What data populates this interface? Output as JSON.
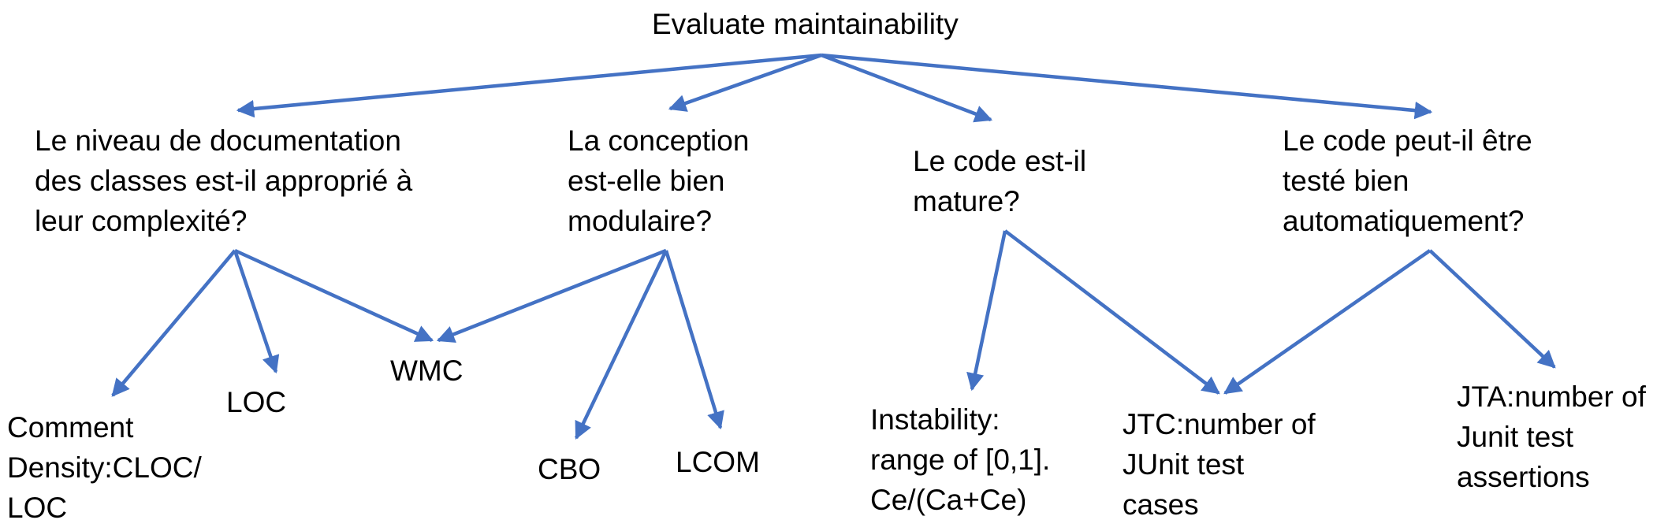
{
  "diagram": {
    "edge_color": "#4472C4",
    "root": {
      "lines": [
        "Evaluate maintainability"
      ]
    },
    "questions": {
      "documentation": {
        "lines": [
          "Le niveau de documentation",
          "des classes est-il approprié à",
          "leur complexité?"
        ]
      },
      "modularity": {
        "lines": [
          "La conception",
          "est-elle bien",
          "modulaire?"
        ]
      },
      "maturity": {
        "lines": [
          "Le code est-il",
          "mature?"
        ]
      },
      "testability": {
        "lines": [
          "Le code peut-il être",
          "testé bien",
          "automatiquement?"
        ]
      }
    },
    "metrics": {
      "comment_density": {
        "lines": [
          "Comment",
          "Density:CLOC/",
          "LOC"
        ]
      },
      "loc": {
        "lines": [
          "LOC"
        ]
      },
      "wmc": {
        "lines": [
          "WMC"
        ]
      },
      "cbo": {
        "lines": [
          "CBO"
        ]
      },
      "lcom": {
        "lines": [
          "LCOM"
        ]
      },
      "instability": {
        "lines": [
          "Instability:",
          "range of [0,1].",
          "Ce/(Ca+Ce)"
        ]
      },
      "jtc": {
        "lines": [
          "JTC:number of",
          "JUnit test",
          "cases"
        ]
      },
      "jta": {
        "lines": [
          "JTA:number of",
          "Junit test",
          "assertions"
        ]
      }
    }
  }
}
